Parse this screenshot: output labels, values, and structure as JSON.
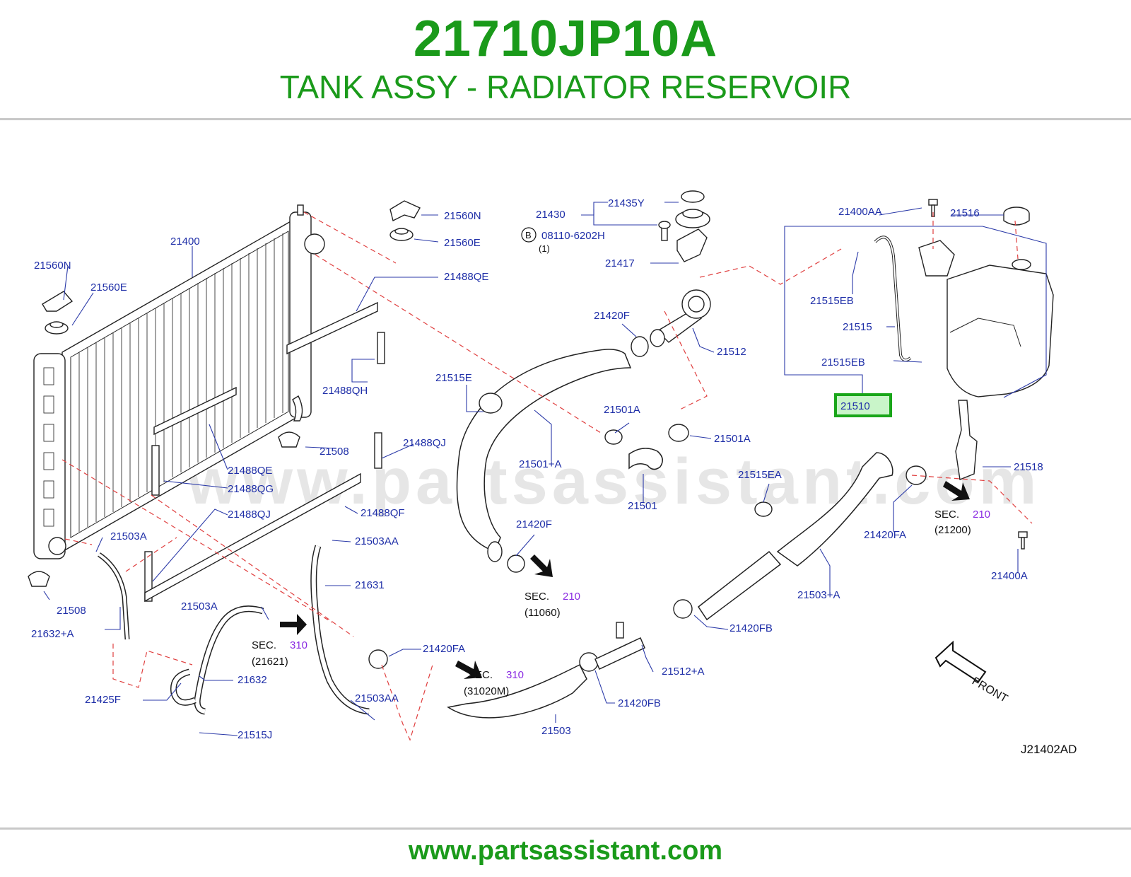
{
  "header": {
    "part_number": "21710JP10A",
    "description": "TANK ASSY - RADIATOR RESERVOIR"
  },
  "diagram": {
    "watermark": "www.partsassistant.com",
    "code": "J21402AD",
    "front_label": "FRONT",
    "highlighted_part": "21510",
    "labels": {
      "l21400": "21400",
      "l21560N_left": "21560N",
      "l21560E_left": "21560E",
      "l21560N_top": "21560N",
      "l21560E_top": "21560E",
      "l21488QE_top": "21488QE",
      "l21488QH": "21488QH",
      "l21488QJ_right": "21488QJ",
      "l21488QE_mid": "21488QE",
      "l21488QG": "21488QG",
      "l21488QJ_left": "21488QJ",
      "l21488QF": "21488QF",
      "l21508_right": "21508",
      "l21508_left": "21508",
      "l21503A_top": "21503A",
      "l21632A": "21632+A",
      "l21503A_mid": "21503A",
      "l21632": "21632",
      "l21425F": "21425F",
      "l21515J": "21515J",
      "l21503AA_top": "21503AA",
      "l21631": "21631",
      "l21503AA_bot": "21503AA",
      "l21420FA_left": "21420FA",
      "l21435Y": "21435Y",
      "l21430": "21430",
      "l08110": "08110-6202H",
      "l08110_qty": "(1)",
      "b_symbol": "B",
      "l21417": "21417",
      "l21420F_top": "21420F",
      "l21512": "21512",
      "l21515E": "21515E",
      "l21501A_left": "21501A",
      "l21501A_right": "21501A",
      "l21501PA": "21501+A",
      "l21501": "21501",
      "l21420F_bot": "21420F",
      "l21400AA_top": "21400AA",
      "l21516": "21516",
      "l21515EB_top": "21515EB",
      "l21515": "21515",
      "l21515EB_bot": "21515EB",
      "l21518": "21518",
      "l21515EA": "21515EA",
      "l21420FA_right": "21420FA",
      "l21400A": "21400A",
      "l21503PA": "21503+A",
      "l21420FB_right": "21420FB",
      "l21512PA": "21512+A",
      "l21420FB_bot": "21420FB",
      "l21503": "21503"
    },
    "sections": [
      {
        "sec": "SEC.",
        "num": "210",
        "ref": "(11060)"
      },
      {
        "sec": "SEC.",
        "num": "210",
        "ref": "(21200)"
      },
      {
        "sec": "SEC.",
        "num": "310",
        "ref": "(21621)"
      },
      {
        "sec": "SEC.",
        "num": "310",
        "ref": "(31020M)"
      }
    ]
  },
  "footer": {
    "url": "www.partsassistant.com"
  }
}
